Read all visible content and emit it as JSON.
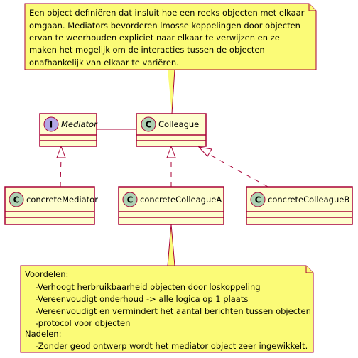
{
  "colors": {
    "note_fill": "#FBFB77",
    "note_stroke": "#A80036",
    "class_fill": "#FEFECE",
    "class_stroke": "#A80036",
    "class_badge": "#ADD1B2",
    "interface_badge": "#B4A7E5",
    "line": "#A80036"
  },
  "top_note": {
    "lines": [
      "Een object definiëren dat insluit hoe een reeks objecten met elkaar",
      "omgaan. Mediators bevorderen lmosse koppelingen door objecten",
      "ervan te weerhouden expliciet naar elkaar te verwijzen en ze",
      "maken het mogelijk om de interacties tussen de objecten",
      "onafhankelijk van elkaar te variëren."
    ]
  },
  "classes": {
    "mediator": {
      "name": "Mediator",
      "badge": "I",
      "stereotype": "interface"
    },
    "colleague": {
      "name": "Colleague",
      "badge": "C"
    },
    "concrete_mediator": {
      "name": "concreteMediator",
      "badge": "C"
    },
    "concrete_colleague_a": {
      "name": "concreteColleagueA",
      "badge": "C"
    },
    "concrete_colleague_b": {
      "name": "concreteColleagueB",
      "badge": "C"
    }
  },
  "bottom_note": {
    "lines": [
      "Voordelen:",
      "    -Verhoogt herbruikbaarheid objecten door loskoppeling",
      "    -Vereenvoudigt onderhoud -> alle logica op 1 plaats",
      "    -Vereenvoudigt en vermindert het aantal berichten tussen objecten",
      "    -protocol voor objecten",
      "Nadelen:",
      "    -Zonder geod ontwerp wordt het mediator object zeer ingewikkelt."
    ]
  }
}
